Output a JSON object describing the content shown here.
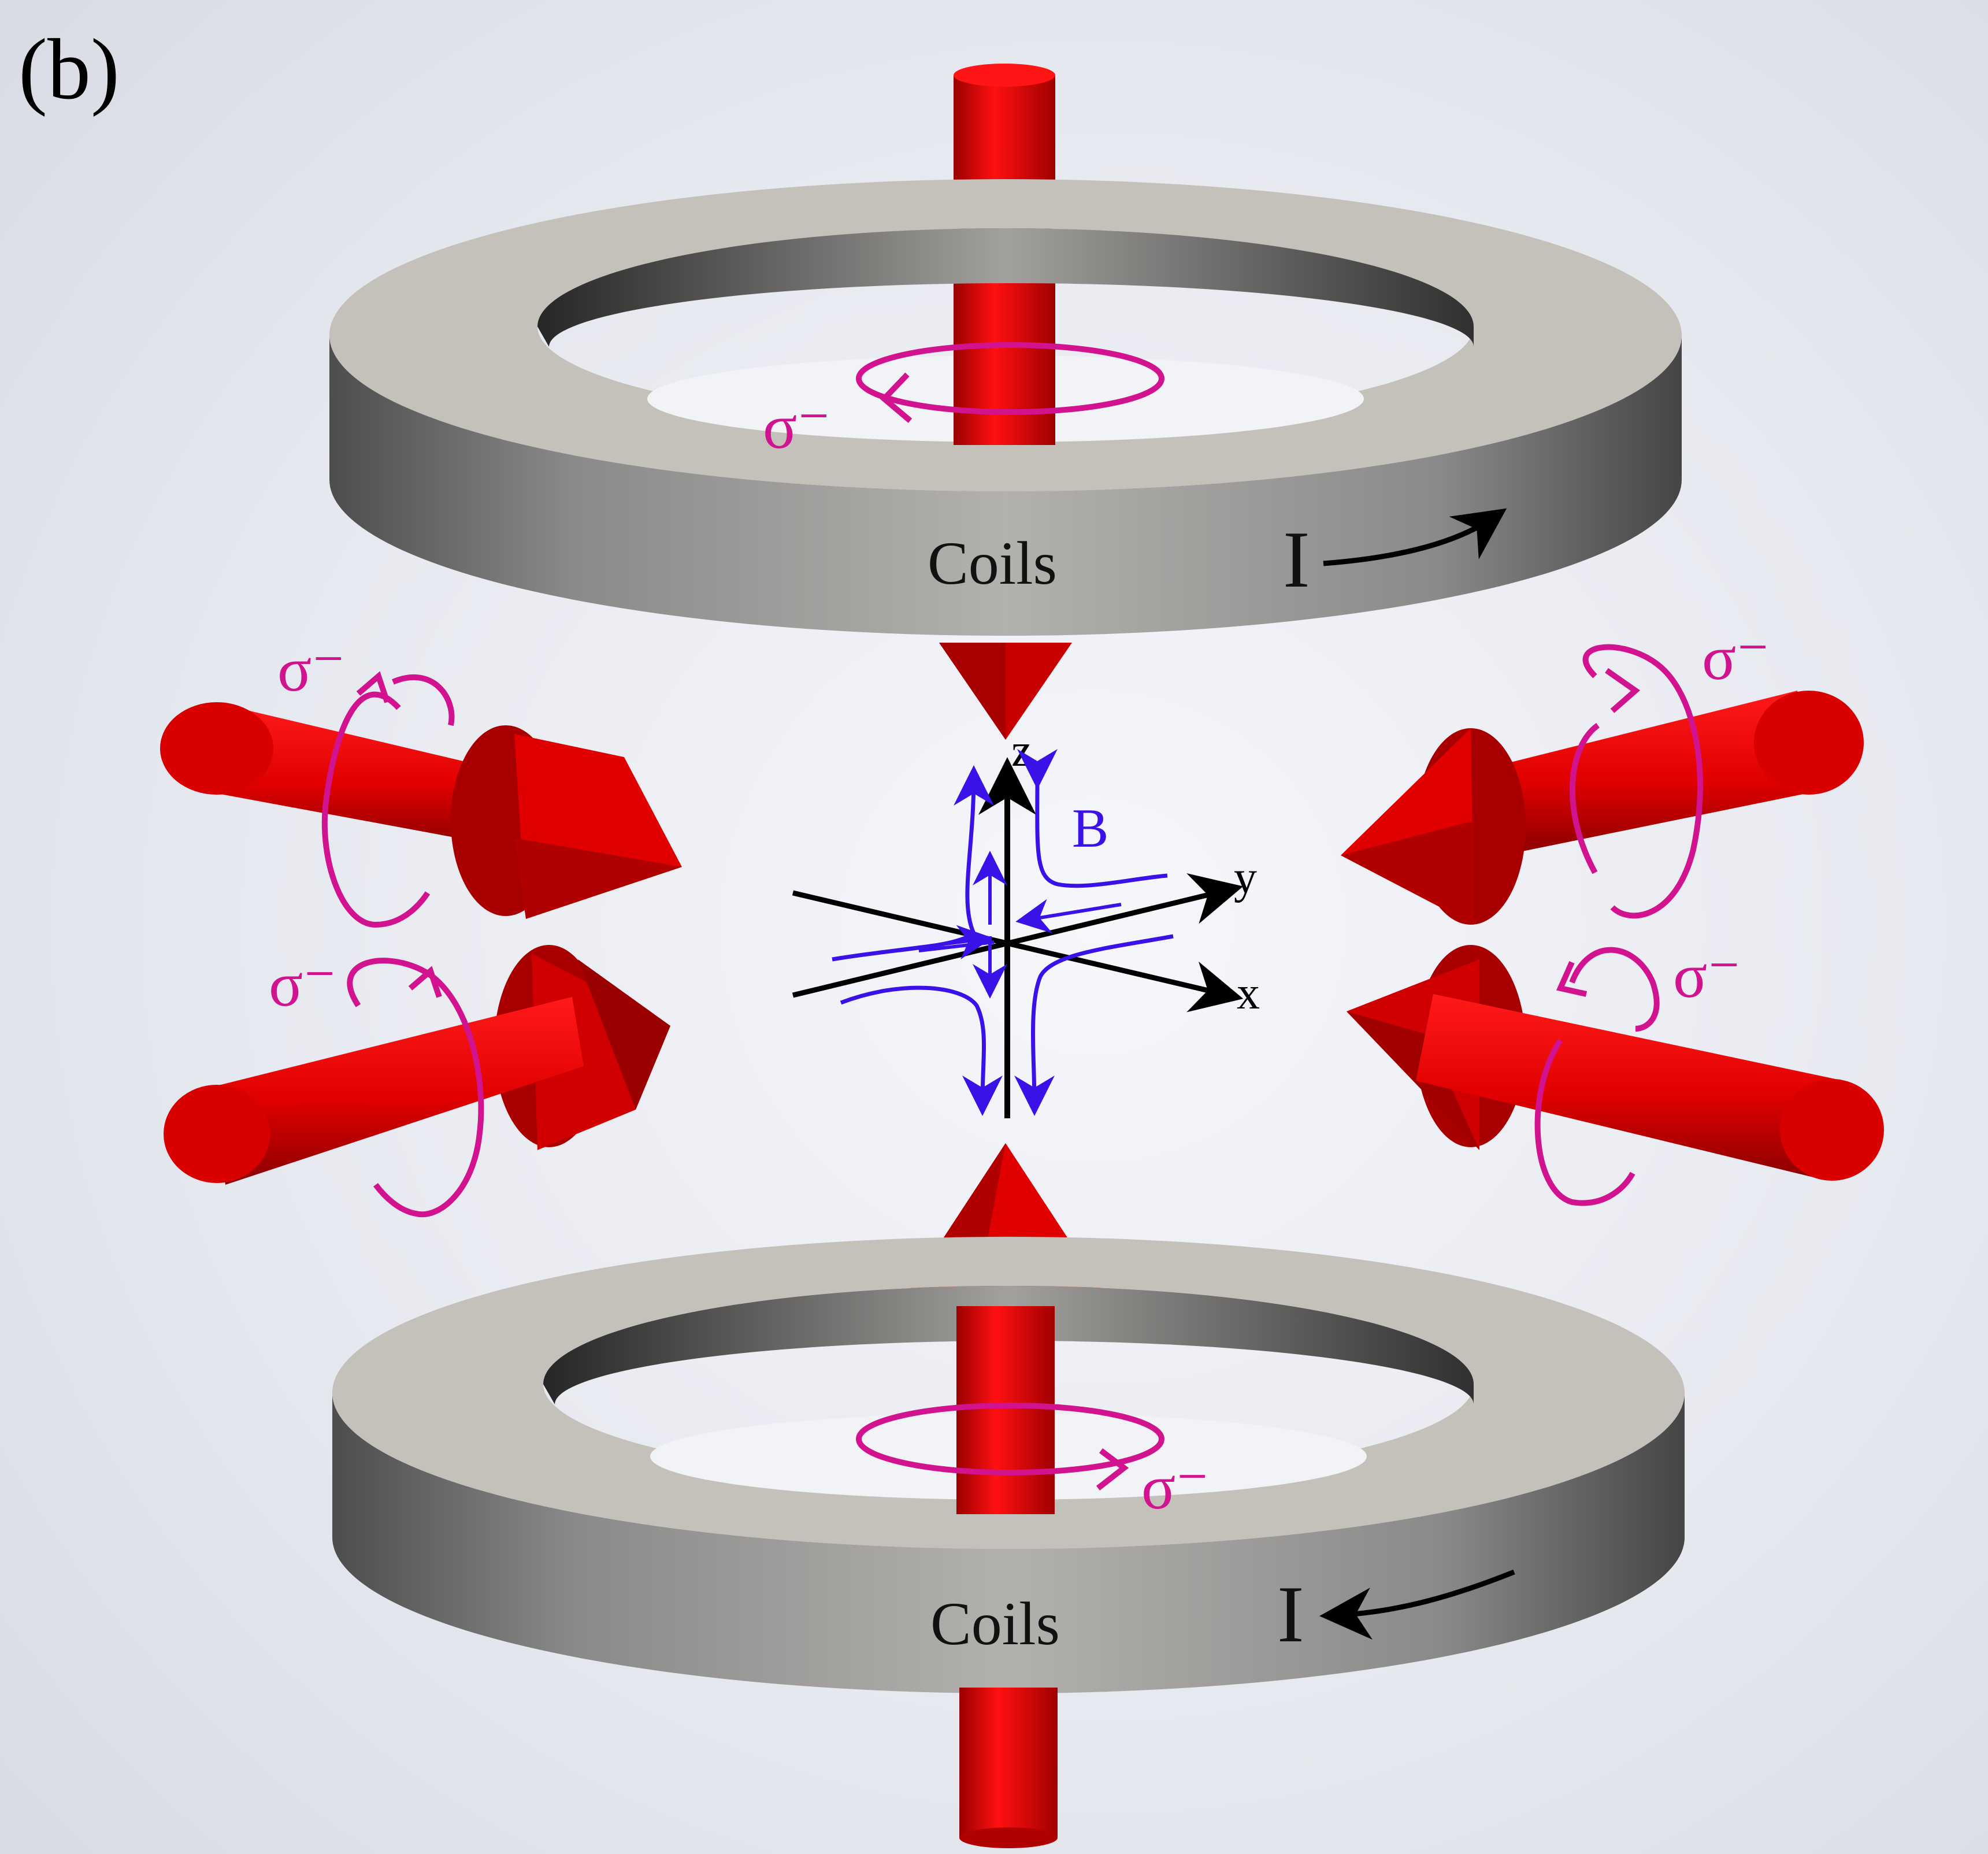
{
  "panel_label": "(b)",
  "coils": {
    "top_label": "Coils",
    "bottom_label": "Coils",
    "current_symbol": "I"
  },
  "polarization_label": "σ⁻",
  "field_label": "B",
  "axes": {
    "x": "x",
    "y": "y",
    "z": "z"
  },
  "colors": {
    "beam": "#e60000",
    "beam_dark": "#9a0000",
    "coil": "#c6c2bd",
    "coil_dark": "#555555",
    "polarization": "#d1138f",
    "field": "#3a12e8",
    "axes": "#000000"
  }
}
